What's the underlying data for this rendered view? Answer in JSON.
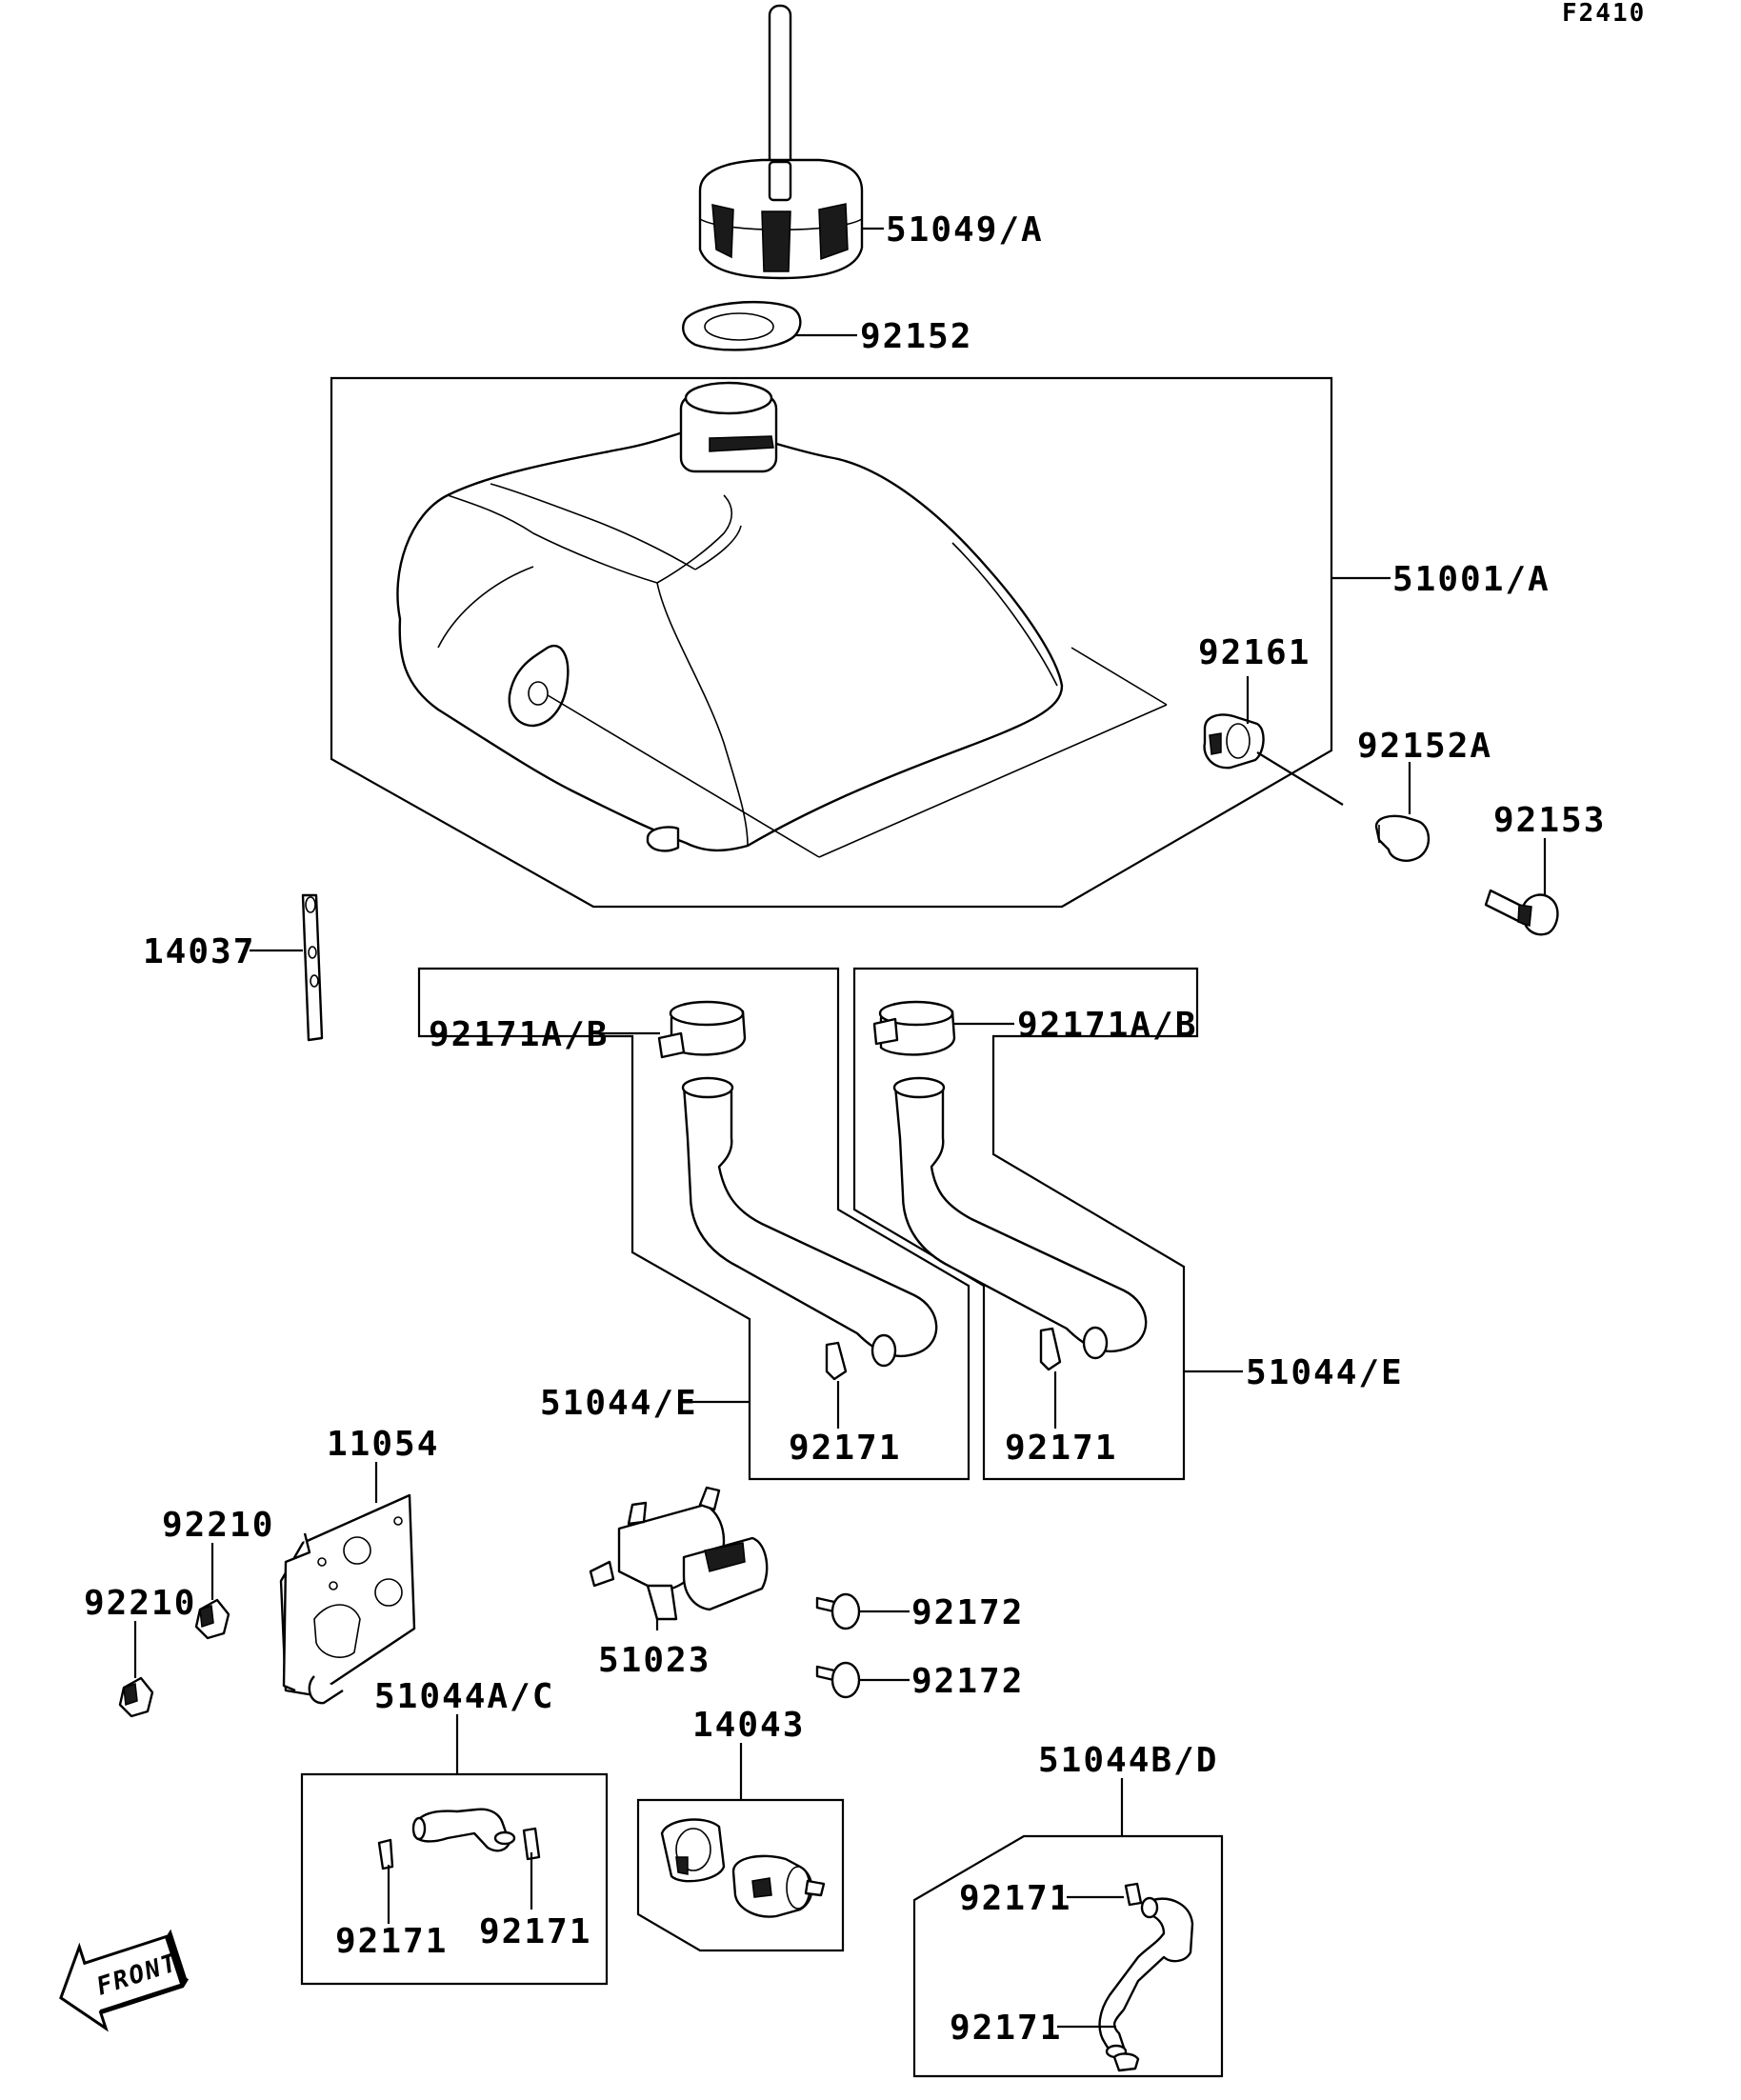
{
  "figure_code": "F2410",
  "parts": {
    "p51049A": "51049/A",
    "p92152": "92152",
    "p51001A": "51001/A",
    "p92161": "92161",
    "p92152A": "92152A",
    "p92153": "92153",
    "p14037": "14037",
    "p92171AB_left": "92171A/B",
    "p92171AB_right": "92171A/B",
    "p51044E_left": "51044/E",
    "p51044E_right": "51044/E",
    "p92171_left": "92171",
    "p92171_right": "92171",
    "p11054": "11054",
    "p92210_upper": "92210",
    "p92210_lower": "92210",
    "p51023": "51023",
    "p92172_upper": "92172",
    "p92172_lower": "92172",
    "p51044AC": "51044A/C",
    "p14043": "14043",
    "p51044BD": "51044B/D",
    "p92171_ac_left": "92171",
    "p92171_ac_right": "92171",
    "p92171_bd_top": "92171",
    "p92171_bd_bottom": "92171"
  },
  "front_marker": "FRONT"
}
